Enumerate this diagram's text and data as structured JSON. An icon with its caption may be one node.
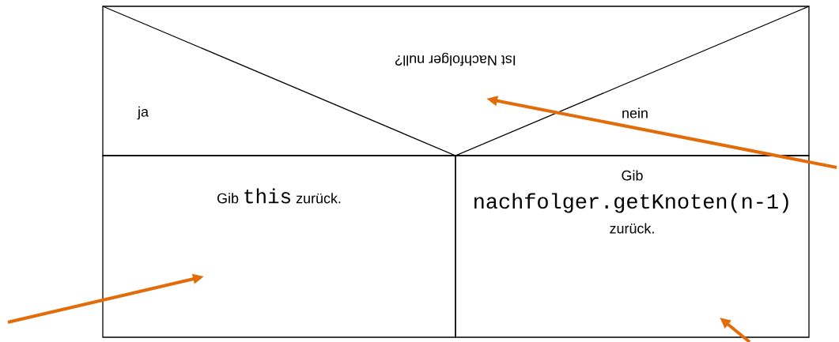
{
  "diagram": {
    "nodes": [
      {
        "text": [
          "Ist Nachfolger null?",
          "ja",
          "nein"
        ]
      },
      {
        "text": [
          "Gib",
          "this",
          "zurück."
        ]
      },
      {
        "text": [
          "Gib",
          "nachfolger.getKnoten(n-1)",
          "zurück."
        ]
      }
    ],
    "edges": [
      {
        "from": null,
        "to": 0,
        "arrow": "to"
      },
      {
        "from": null,
        "to": 1,
        "arrow": "to"
      },
      {
        "from": null,
        "to": 2,
        "arrow": "to"
      }
    ]
  }
}
